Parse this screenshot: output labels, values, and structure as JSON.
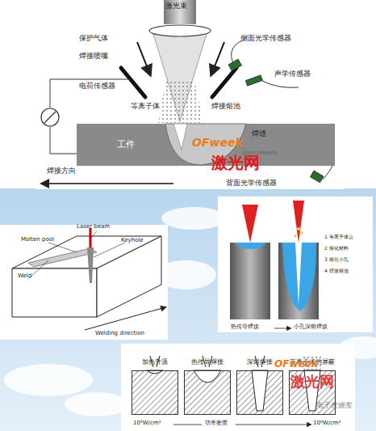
{
  "diagram": {
    "nodes": [
      {
        "text": [
          "工件"
        ]
      },
      {
        "text": [
          "加热升温"
        ]
      },
      {
        "text": [
          "热传导焊接"
        ]
      },
      {
        "text": [
          "深熔焊接"
        ]
      },
      {
        "text": [
          "等离子体的屏蔽"
        ]
      }
    ],
    "labels": [
      "激光束",
      "保护气体",
      "焊接喷嘴",
      "侧面光学传感器",
      "声学传感器",
      "电荷传感器",
      "等离子体",
      "焊接熔池",
      "焊缝",
      "laser.ofweek",
      "OFweek",
      "激光网",
      "焊接方向",
      "背面光学传感器",
      "Laser beam",
      "Molten pool",
      "Keyhole",
      "Weld",
      "Welding direction",
      "1 等离子体云",
      "2 熔化材料",
      "3 熔坑小孔",
      "4 焊接熔池",
      "热传导焊接",
      "小孔深熔焊接",
      "OFweek",
      "激光网",
      "10⁵W/cm²",
      "功率密度",
      "10⁸W/cm²",
      "电子发烧友"
    ]
  }
}
